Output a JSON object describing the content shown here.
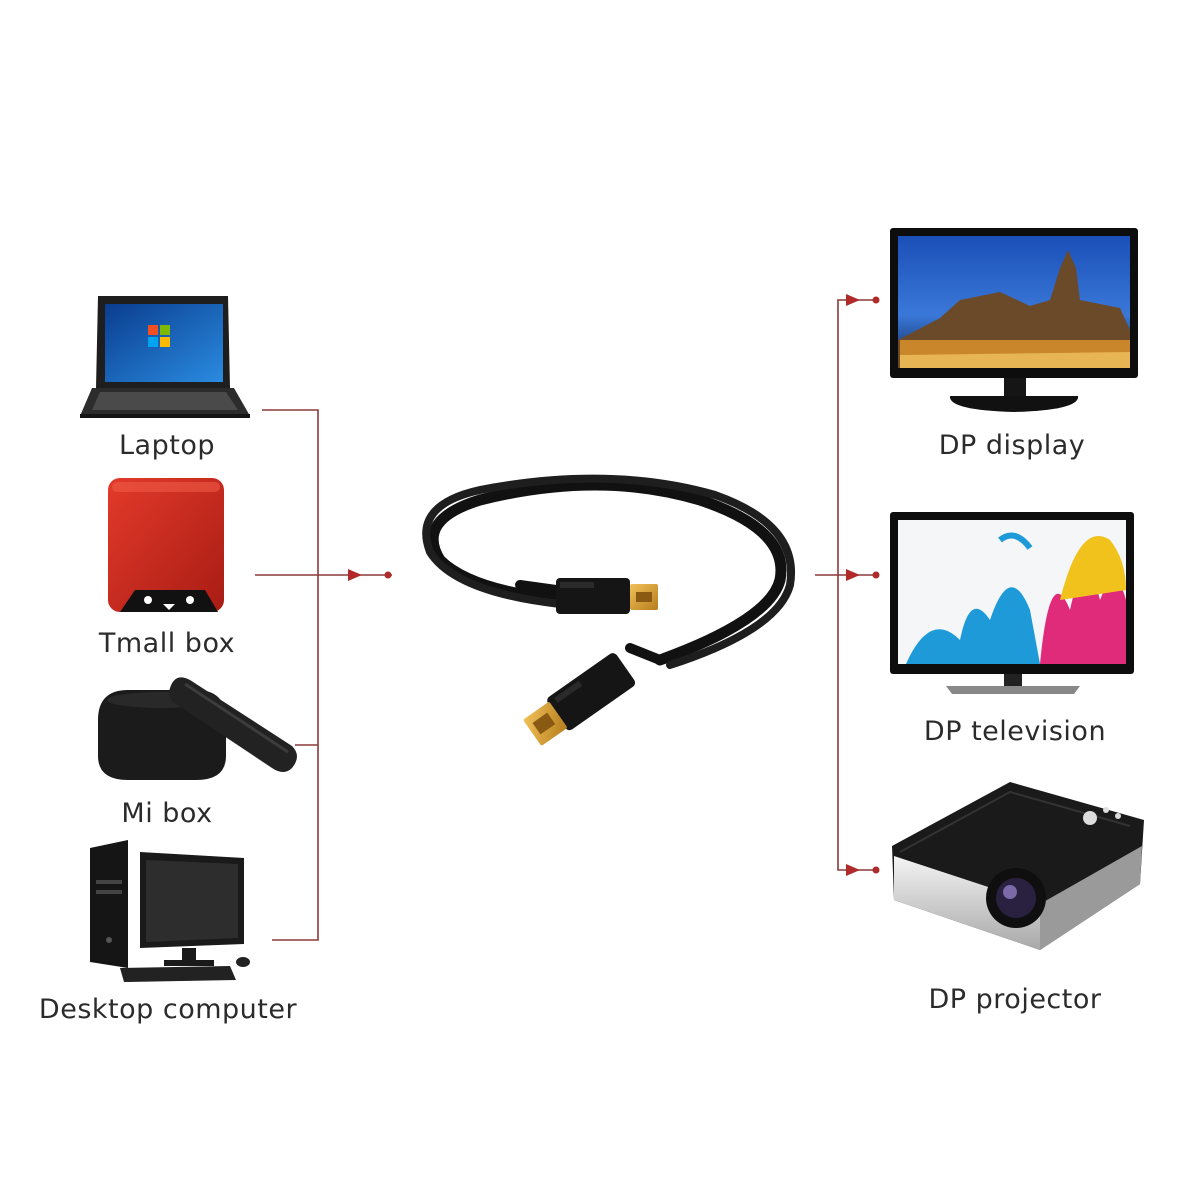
{
  "sources": [
    {
      "id": "laptop",
      "label": "Laptop",
      "icon": "laptop-icon"
    },
    {
      "id": "tmall",
      "label": "Tmall box",
      "icon": "tmall-box-icon"
    },
    {
      "id": "mibox",
      "label": "Mi box",
      "icon": "mi-box-icon"
    },
    {
      "id": "desktop",
      "label": "Desktop computer",
      "icon": "desktop-computer-icon"
    }
  ],
  "center": {
    "icon": "displayport-cable-icon"
  },
  "targets": [
    {
      "id": "display",
      "label": "DP display",
      "icon": "monitor-icon"
    },
    {
      "id": "television",
      "label": "DP television",
      "icon": "television-icon"
    },
    {
      "id": "projector",
      "label": "DP projector",
      "icon": "projector-icon"
    }
  ],
  "colors": {
    "connector_line": "#8b3a3a",
    "arrow": "#b02a2a",
    "gold": "#d8a23a",
    "device_black": "#1a1a1a",
    "tmall_red": "#c8281e"
  }
}
